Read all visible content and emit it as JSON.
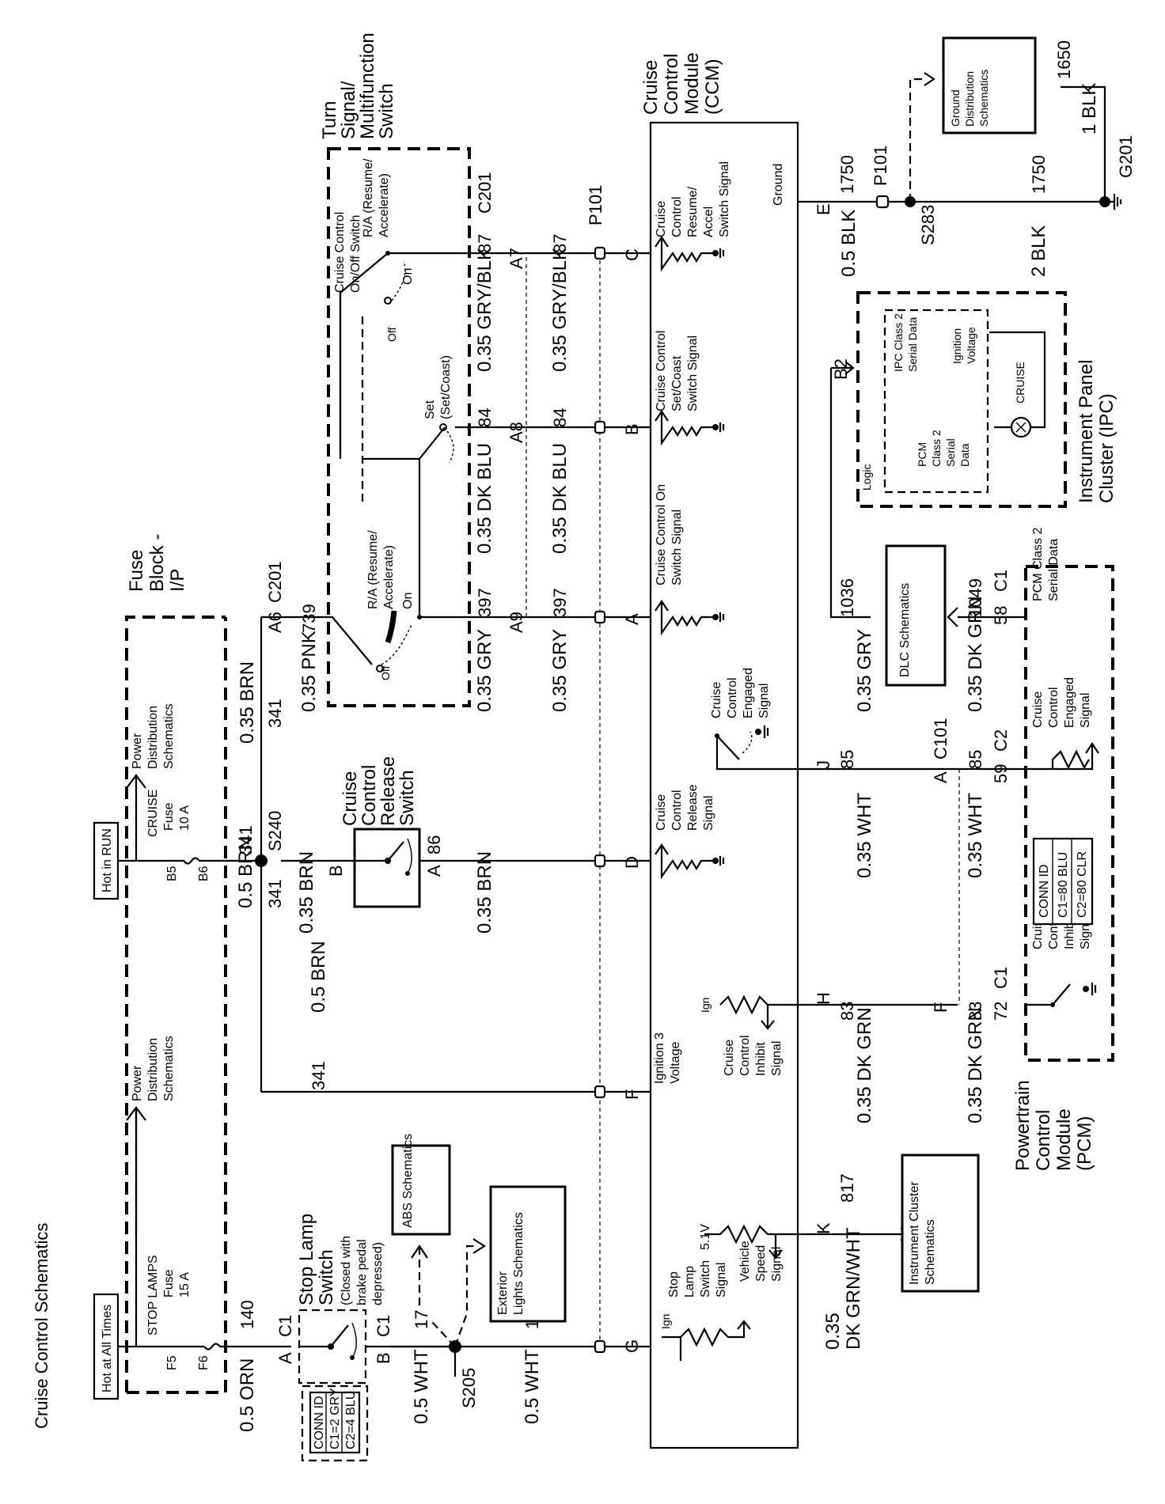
{
  "title": "Cruise Control Schematics",
  "power": {
    "hot_at_all_times": "Hot at All Times",
    "hot_in_run": "Hot in RUN",
    "power_distribution": [
      "Power",
      "Distribution",
      "Schematics"
    ],
    "fuse_block": [
      "Fuse",
      "Block -",
      "I/P"
    ]
  },
  "fuses": {
    "stop_lamps": {
      "name": "STOP LAMPS",
      "fuse": "Fuse",
      "rating": "15 A",
      "in": "F5",
      "out": "F6"
    },
    "cruise": {
      "name": "CRUISE",
      "fuse": "Fuse",
      "rating": "10 A",
      "in": "B5",
      "out": "B6"
    }
  },
  "stop_lamp_switch": {
    "title": [
      "Stop Lamp",
      "Switch"
    ],
    "note": [
      "(Closed with",
      "brake pedal",
      "depressed)"
    ],
    "conn_id": {
      "title": "CONN ID",
      "c1": "C1=2 GRY",
      "c2": "C2=4 BLU"
    },
    "pin_a": "A",
    "pin_b": "B",
    "c1": "C1"
  },
  "splices": {
    "s205": "S205",
    "s240": "S240",
    "s283": "S283"
  },
  "wires": {
    "orn": "0.5 ORN",
    "orn_circuit": "140",
    "wht_05": "0.5 WHT",
    "wht_circuit": "17",
    "brn_05": "0.5 BRN",
    "brn_035": "0.35 BRN",
    "brn_circuit": "341",
    "pnk": "0.35 PNK",
    "pnk_circuit": "739",
    "brn_86": "86",
    "gry": "0.35 GRY",
    "gry_circuit": "397",
    "dkblu": "0.35 DK BLU",
    "dkblu_circuit": "84",
    "grybk": "0.35 GRY/BLK",
    "grybk_circuit": "87",
    "dkgrnwht": [
      "0.35",
      "DK GRN/WHT"
    ],
    "dkgrnwht_circuit": "817",
    "dkgrn": "0.35 DK GRN",
    "dkgrn_circuit": "83",
    "wht_035": "0.35 WHT",
    "wht_circuit_85": "85",
    "gry_1036": "1036",
    "dkgrn_1049": "1049",
    "blk_05": "0.5 BLK",
    "blk_2": "2 BLK",
    "blk_1": "1 BLK",
    "blk_circuit": "1750",
    "blk_circuit_g": "1650"
  },
  "schematic_refs": {
    "abs": "ABS Schematics",
    "exterior": [
      "Exterior",
      "Lights Schematics"
    ],
    "instrument_cluster": [
      "Instrument Cluster",
      "Schematics"
    ],
    "dlc": "DLC Schematics",
    "ground_dist": [
      "Ground",
      "Distribution",
      "Schematics"
    ]
  },
  "release_switch": {
    "title": [
      "Cruise",
      "Control",
      "Release",
      "Switch"
    ],
    "pin_a": "A",
    "pin_b": "B"
  },
  "turn_signal_switch": {
    "title": [
      "Turn",
      "Signal/",
      "Multifunction",
      "Switch"
    ],
    "onoff": [
      "Cruise Control",
      "On/Off Switch"
    ],
    "ra1": [
      "R/A (Resume/",
      "Accelerate)"
    ],
    "ra2": [
      "R/A (Resume/",
      "Accelerate)"
    ],
    "set": [
      "Set",
      "(Set/Coast)"
    ],
    "off": "Off",
    "on": "On",
    "c201": "C201",
    "a6": "A6",
    "a9": "A9",
    "a8": "A8",
    "a7": "A7"
  },
  "connectors": {
    "p101": "P101",
    "c101": "C101",
    "c1": "C1",
    "c2": "C2",
    "g201": "G201"
  },
  "ccm": {
    "title": [
      "Cruise",
      "Control",
      "Module",
      "(CCM)"
    ],
    "pins": [
      "G",
      "F",
      "D",
      "A",
      "B",
      "C",
      "K",
      "H",
      "J",
      "E"
    ],
    "ignition3": [
      "Ignition 3",
      "Voltage"
    ],
    "stop_lamp_signal": [
      "Stop",
      "Lamp",
      "Switch",
      "Signal"
    ],
    "ign": "Ign",
    "v51": "5.1V",
    "vss": [
      "Vehicle",
      "Speed",
      "Signal"
    ],
    "inhibit": [
      "Cruise",
      "Control",
      "Inhibit",
      "Signal"
    ],
    "release": [
      "Cruise",
      "Control",
      "Release",
      "Signal"
    ],
    "engaged": [
      "Cruise",
      "Control",
      "Engaged",
      "Signal"
    ],
    "on_signal": [
      "Cruise Control On",
      "Switch Signal"
    ],
    "set_signal": [
      "Cruise Control",
      "Set/Coast",
      "Switch Signal"
    ],
    "resume_signal": [
      "Cruise",
      "Control",
      "Resume/",
      "Accel",
      "Switch Signal"
    ],
    "ground": "Ground"
  },
  "pcm": {
    "title": [
      "Powertrain",
      "Control",
      "Module",
      "(PCM)"
    ],
    "conn_id": {
      "title": "CONN ID",
      "c1": "C1=80 BLU",
      "c2": "C2=80 CLR"
    },
    "inhibit": [
      "Cruise",
      "Control",
      "Inhibit",
      "Signal"
    ],
    "engaged": [
      "Cruise",
      "Control",
      "Engaged",
      "Signal"
    ],
    "class2": [
      "PCM Class 2",
      "Serial Data"
    ],
    "pin72": "72",
    "pin59": "59",
    "pin58": "58",
    "pin_f": "F",
    "pin_a": "A"
  },
  "ipc": {
    "title": [
      "Instrument Panel",
      "Cluster (IPC)"
    ],
    "logic": "Logic",
    "pcm_class2": [
      "PCM",
      "Class 2",
      "Serial",
      "Data"
    ],
    "ipc_class2": [
      "IPC Class 2",
      "Serial Data"
    ],
    "ign_voltage": [
      "Ignition",
      "Voltage"
    ],
    "cruise": "CRUISE",
    "b2": "B2"
  }
}
